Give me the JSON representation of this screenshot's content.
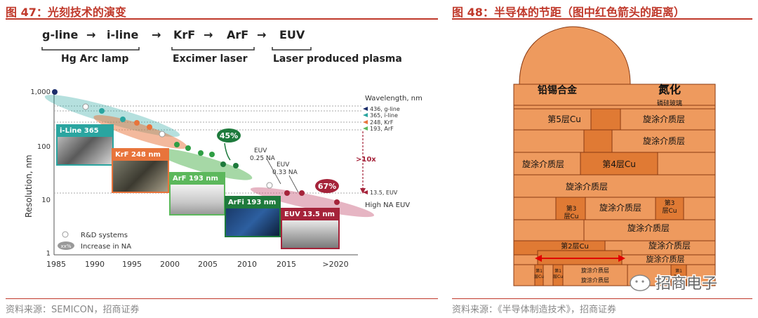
{
  "figure47": {
    "title": "图 47：光刻技术的演变",
    "source": "资料来源：SEMICON，招商证券",
    "header": {
      "gline": "g-line",
      "iline": "i-line",
      "krf": "KrF",
      "arf": "ArF",
      "euv": "EUV",
      "hg": "Hg Arc lamp",
      "excimer": "Excimer laser",
      "lpp": "Laser produced plasma",
      "arrow": "→"
    },
    "chart": {
      "ylabel": "Resolution, nm",
      "yticks": [
        "1,000",
        "100",
        "10",
        "1"
      ],
      "xticks": [
        "1985",
        "1990",
        "1995",
        "2000",
        "2005",
        "2010",
        "2015",
        ">2020"
      ],
      "wavelength_title": "Wavelength, nm",
      "wavelengths": [
        "436, g-line",
        "365, i-line",
        "248, KrF",
        "193, ArF"
      ],
      "euv_marker": "13.5, EUV",
      "high_na": "High NA EUV",
      "euv025": [
        "EUV",
        "0.25 NA"
      ],
      "euv033": [
        "EUV",
        "0.33 NA"
      ],
      "pct45": "45%",
      "pct67": "67%",
      "x10": ">10x",
      "legend_rd": "R&D systems",
      "legend_xx": "xx%",
      "legend_na": "Increase in NA"
    },
    "photos": {
      "iline": "i-Line 365 nm",
      "krf": "KrF 248 nm",
      "arf": "ArF 193 nm",
      "arfi": "ArFi 193 nm",
      "euv": "EUV 13.5 nm"
    },
    "colors": {
      "accent": "#c0392b",
      "teal": "#2aa5a0",
      "orange": "#e8743b",
      "green": "#5cb85c",
      "darkgreen": "#1e7a3c",
      "maroon": "#a5233a"
    }
  },
  "figure48": {
    "title": "图 48：半导体的节距（图中红色箭头的距离）",
    "source": "资料来源：《半导体制造技术》，招商证券",
    "labels": {
      "solder": "铅锡合金",
      "nitride": "氮化",
      "psg": "磷硅玻璃",
      "cu5": "第5层Cu",
      "cu4": "第4层Cu",
      "cu3a": [
        "第3",
        "层Cu"
      ],
      "cu3b": [
        "第3",
        "层Cu"
      ],
      "cu2": "第2层Cu",
      "cu1a": [
        "第1",
        "层Cu"
      ],
      "cu1b": [
        "第1",
        "层Cu"
      ],
      "cu1c": [
        "第1",
        "层Cu"
      ],
      "spin": "旋涂介质层"
    },
    "watermark": "招商电子"
  }
}
